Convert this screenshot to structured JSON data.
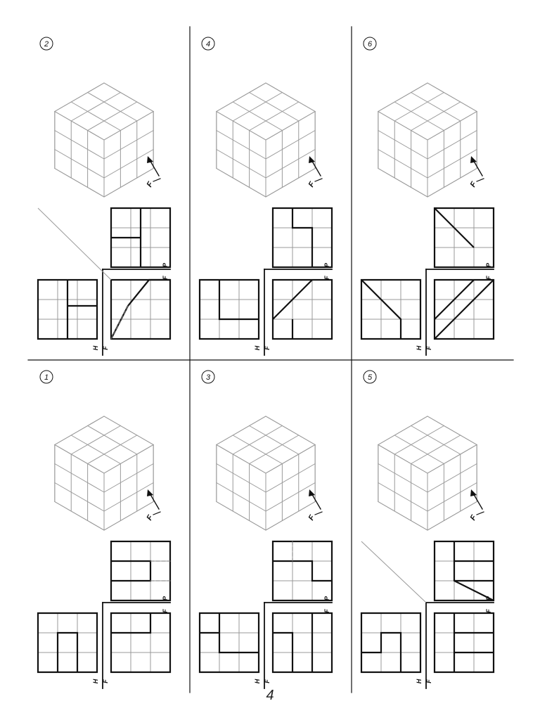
{
  "page_number": "4",
  "problems": [
    {
      "number": "2"
    },
    {
      "number": "4"
    },
    {
      "number": "6"
    },
    {
      "number": "1"
    },
    {
      "number": "3"
    },
    {
      "number": "5"
    }
  ],
  "labels": {
    "front_arrow": "F",
    "horizontal_plane": "H",
    "front_plane": "F",
    "frontal": "F",
    "profile_plane": "P"
  },
  "colors": {
    "ink": "#111111",
    "construction": "#999999",
    "hidden": "#777777",
    "paper": "#ffffff"
  }
}
